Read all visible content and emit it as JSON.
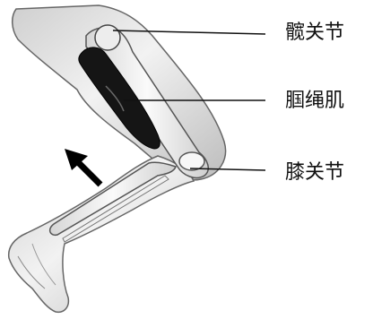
{
  "labels": {
    "hip_joint": "髋关节",
    "hamstring": "腘绳肌",
    "knee_joint": "膝关节"
  },
  "colors": {
    "line": "#111111",
    "skin_fill": "#e9e9e9",
    "skin_stroke": "#666666",
    "bone_fill": "#f4f4f4",
    "muscle_fill": "#151515",
    "arrow_fill": "#000000"
  },
  "icons": {
    "movement_arrow": "arrow-up-left-icon"
  }
}
